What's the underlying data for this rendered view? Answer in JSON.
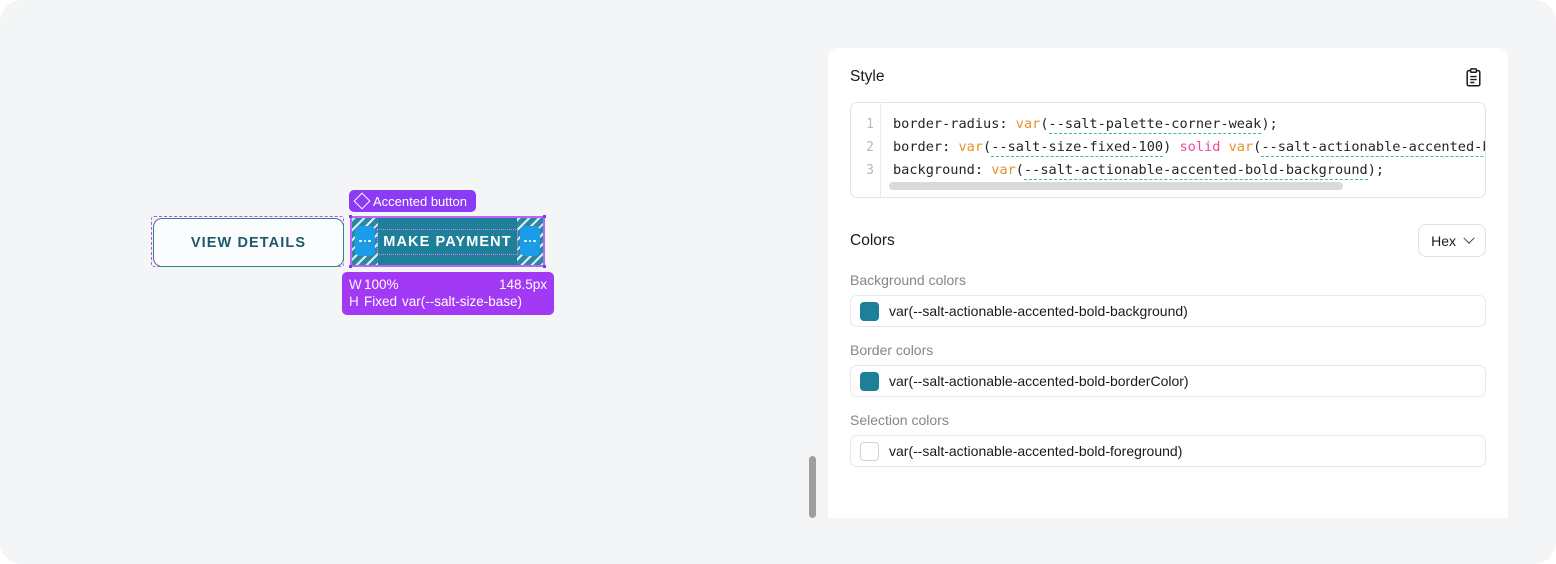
{
  "canvas": {
    "component_badge": {
      "label": "Accented button",
      "icon": "diamond-icon",
      "background": "#8b3bf5"
    },
    "buttons": [
      {
        "label": "VIEW DETAILS",
        "state": "secondary",
        "selected": false
      },
      {
        "label": "MAKE PAYMENT",
        "state": "accented-bold",
        "selected": true
      }
    ],
    "dimension_tooltip": {
      "width_key": "W",
      "width_mode": "100%",
      "width_computed": "148.5px",
      "height_key": "H",
      "height_mode": "Fixed",
      "height_value": "var(--salt-size-base)",
      "background": "#a239f5"
    },
    "handles": {
      "left_icon": "drag-handle-dots-icon",
      "right_icon": "drag-handle-dots-icon"
    }
  },
  "inspector": {
    "style_section": {
      "title": "Style",
      "copy_icon": "clipboard-icon",
      "code": {
        "lines": [
          {
            "number": "1",
            "tokens": [
              {
                "text": "border-radius: ",
                "type": "prop"
              },
              {
                "text": "var",
                "type": "fn"
              },
              {
                "text": "(",
                "type": "prop"
              },
              {
                "text": "--salt-palette-corner-weak",
                "type": "var"
              },
              {
                "text": ");",
                "type": "prop"
              }
            ]
          },
          {
            "number": "2",
            "tokens": [
              {
                "text": "border: ",
                "type": "prop"
              },
              {
                "text": "var",
                "type": "fn"
              },
              {
                "text": "(",
                "type": "prop"
              },
              {
                "text": "--salt-size-fixed-100",
                "type": "var"
              },
              {
                "text": ") ",
                "type": "prop"
              },
              {
                "text": "solid",
                "type": "kw"
              },
              {
                "text": " ",
                "type": "prop"
              },
              {
                "text": "var",
                "type": "fn"
              },
              {
                "text": "(",
                "type": "prop"
              },
              {
                "text": "--salt-actionable-accented-bold-borderColor",
                "type": "var"
              },
              {
                "text": ");",
                "type": "prop"
              }
            ]
          },
          {
            "number": "3",
            "tokens": [
              {
                "text": "background: ",
                "type": "prop"
              },
              {
                "text": "var",
                "type": "fn"
              },
              {
                "text": "(",
                "type": "prop"
              },
              {
                "text": "--salt-actionable-accented-bold-background",
                "type": "var"
              },
              {
                "text": ");",
                "type": "prop"
              }
            ]
          }
        ],
        "h_scroll_percent": 78
      }
    },
    "colors_section": {
      "title": "Colors",
      "format_select": {
        "value": "Hex",
        "icon": "chevron-down-icon"
      },
      "groups": [
        {
          "label": "Background colors",
          "rows": [
            {
              "value": "var(--salt-actionable-accented-bold-background)",
              "swatch": "#1d7f98",
              "outlined": false
            }
          ]
        },
        {
          "label": "Border colors",
          "rows": [
            {
              "value": "var(--salt-actionable-accented-bold-borderColor)",
              "swatch": "#1d7f98",
              "outlined": false
            }
          ]
        },
        {
          "label": "Selection colors",
          "rows": [
            {
              "value": "var(--salt-actionable-accented-bold-foreground)",
              "swatch": "#ffffff",
              "outlined": true
            }
          ]
        }
      ]
    }
  }
}
